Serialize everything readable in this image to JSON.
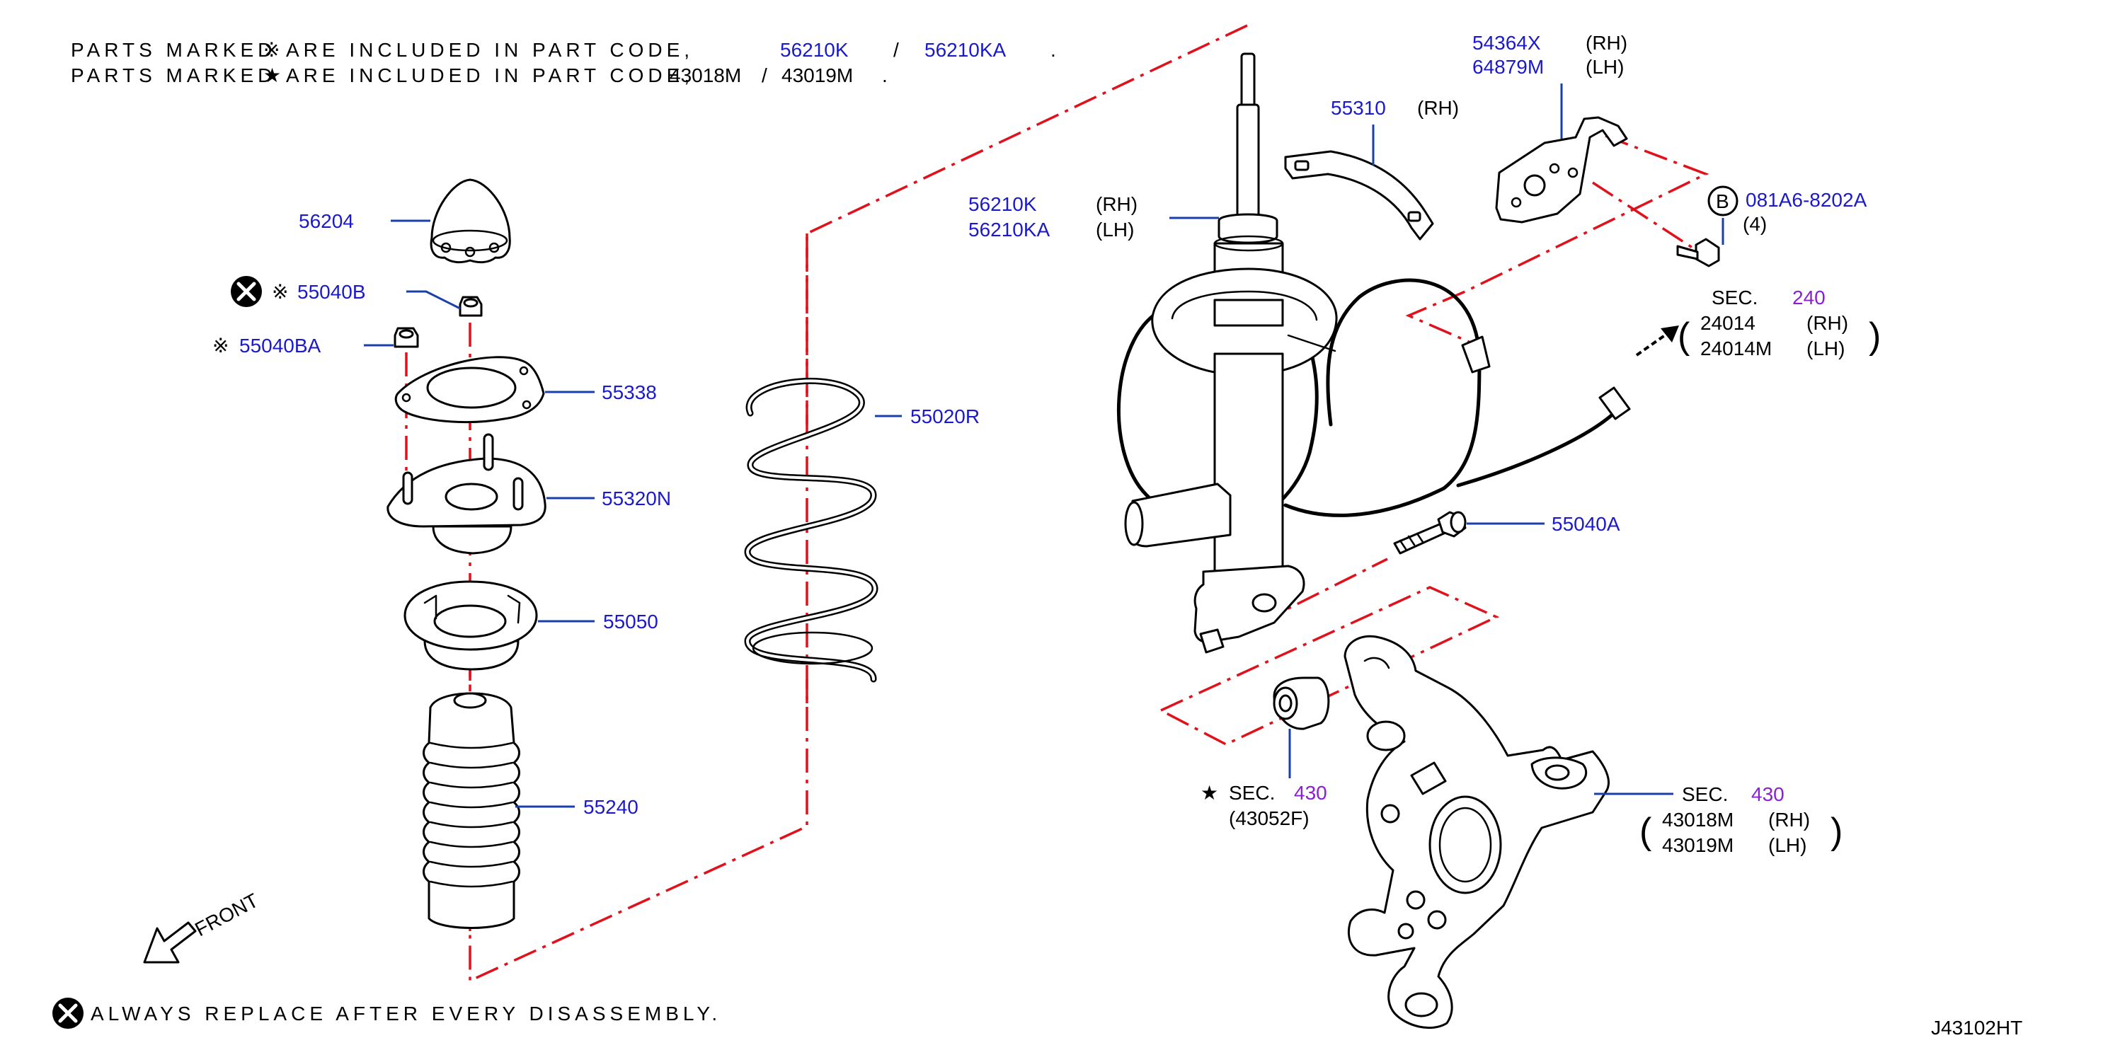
{
  "notes": {
    "line1": {
      "prefix": "PARTS MARKED",
      "symbol": "※",
      "middle": "ARE INCLUDED IN PART CODE,",
      "code_a": "56210K",
      "sep": "/",
      "code_b": "56210KA",
      "end": "."
    },
    "line2": {
      "prefix": "PARTS MARKED",
      "symbol": "★",
      "middle": "ARE INCLUDED IN PART CODE,",
      "code_a": "43018M",
      "sep": "/",
      "code_b": "43019M",
      "end": "."
    }
  },
  "footer": {
    "replace_note": "ALWAYS REPLACE AFTER EVERY DISASSEMBLY.",
    "front_label": "FRONT",
    "diagram_code": "J43102HT"
  },
  "symbols": {
    "kome": "※",
    "star": "★",
    "circle_b": "B"
  },
  "colors": {
    "part_number": "#1a1acc",
    "section_number": "#8a1fd6",
    "phantom_line": "#e0111b",
    "leader_line": "#1a3fa8"
  },
  "callouts": {
    "p56204": "56204",
    "p55040B": "55040B",
    "p55040BA": "55040BA",
    "p55338": "55338",
    "p55320N": "55320N",
    "p55050": "55050",
    "p55240": "55240",
    "p55020R": "55020R",
    "strut": {
      "rh_code": "56210K",
      "lh_code": "56210KA",
      "rh": "(RH)",
      "lh": "(LH)"
    },
    "p55310": {
      "code": "55310",
      "side": "(RH)"
    },
    "bracket": {
      "rh_code": "54364X",
      "lh_code": "64879M",
      "rh": "(RH)",
      "lh": "(LH)"
    },
    "bolt_b": {
      "code": "081A6-8202A",
      "qty": "(4)"
    },
    "sec240": {
      "label": "SEC.",
      "num": "240",
      "rh_code": "24014",
      "lh_code": "24014M",
      "rh": "(RH)",
      "lh": "(LH)",
      "open": "(",
      "close": ")"
    },
    "p55040A": "55040A",
    "bushing": {
      "label": "SEC.",
      "num": "430",
      "code": "(43052F)"
    },
    "sec430": {
      "label": "SEC.",
      "num": "430",
      "rh_code": "43018M",
      "lh_code": "43019M",
      "rh": "(RH)",
      "lh": "(LH)",
      "open": "(",
      "close": ")"
    }
  }
}
